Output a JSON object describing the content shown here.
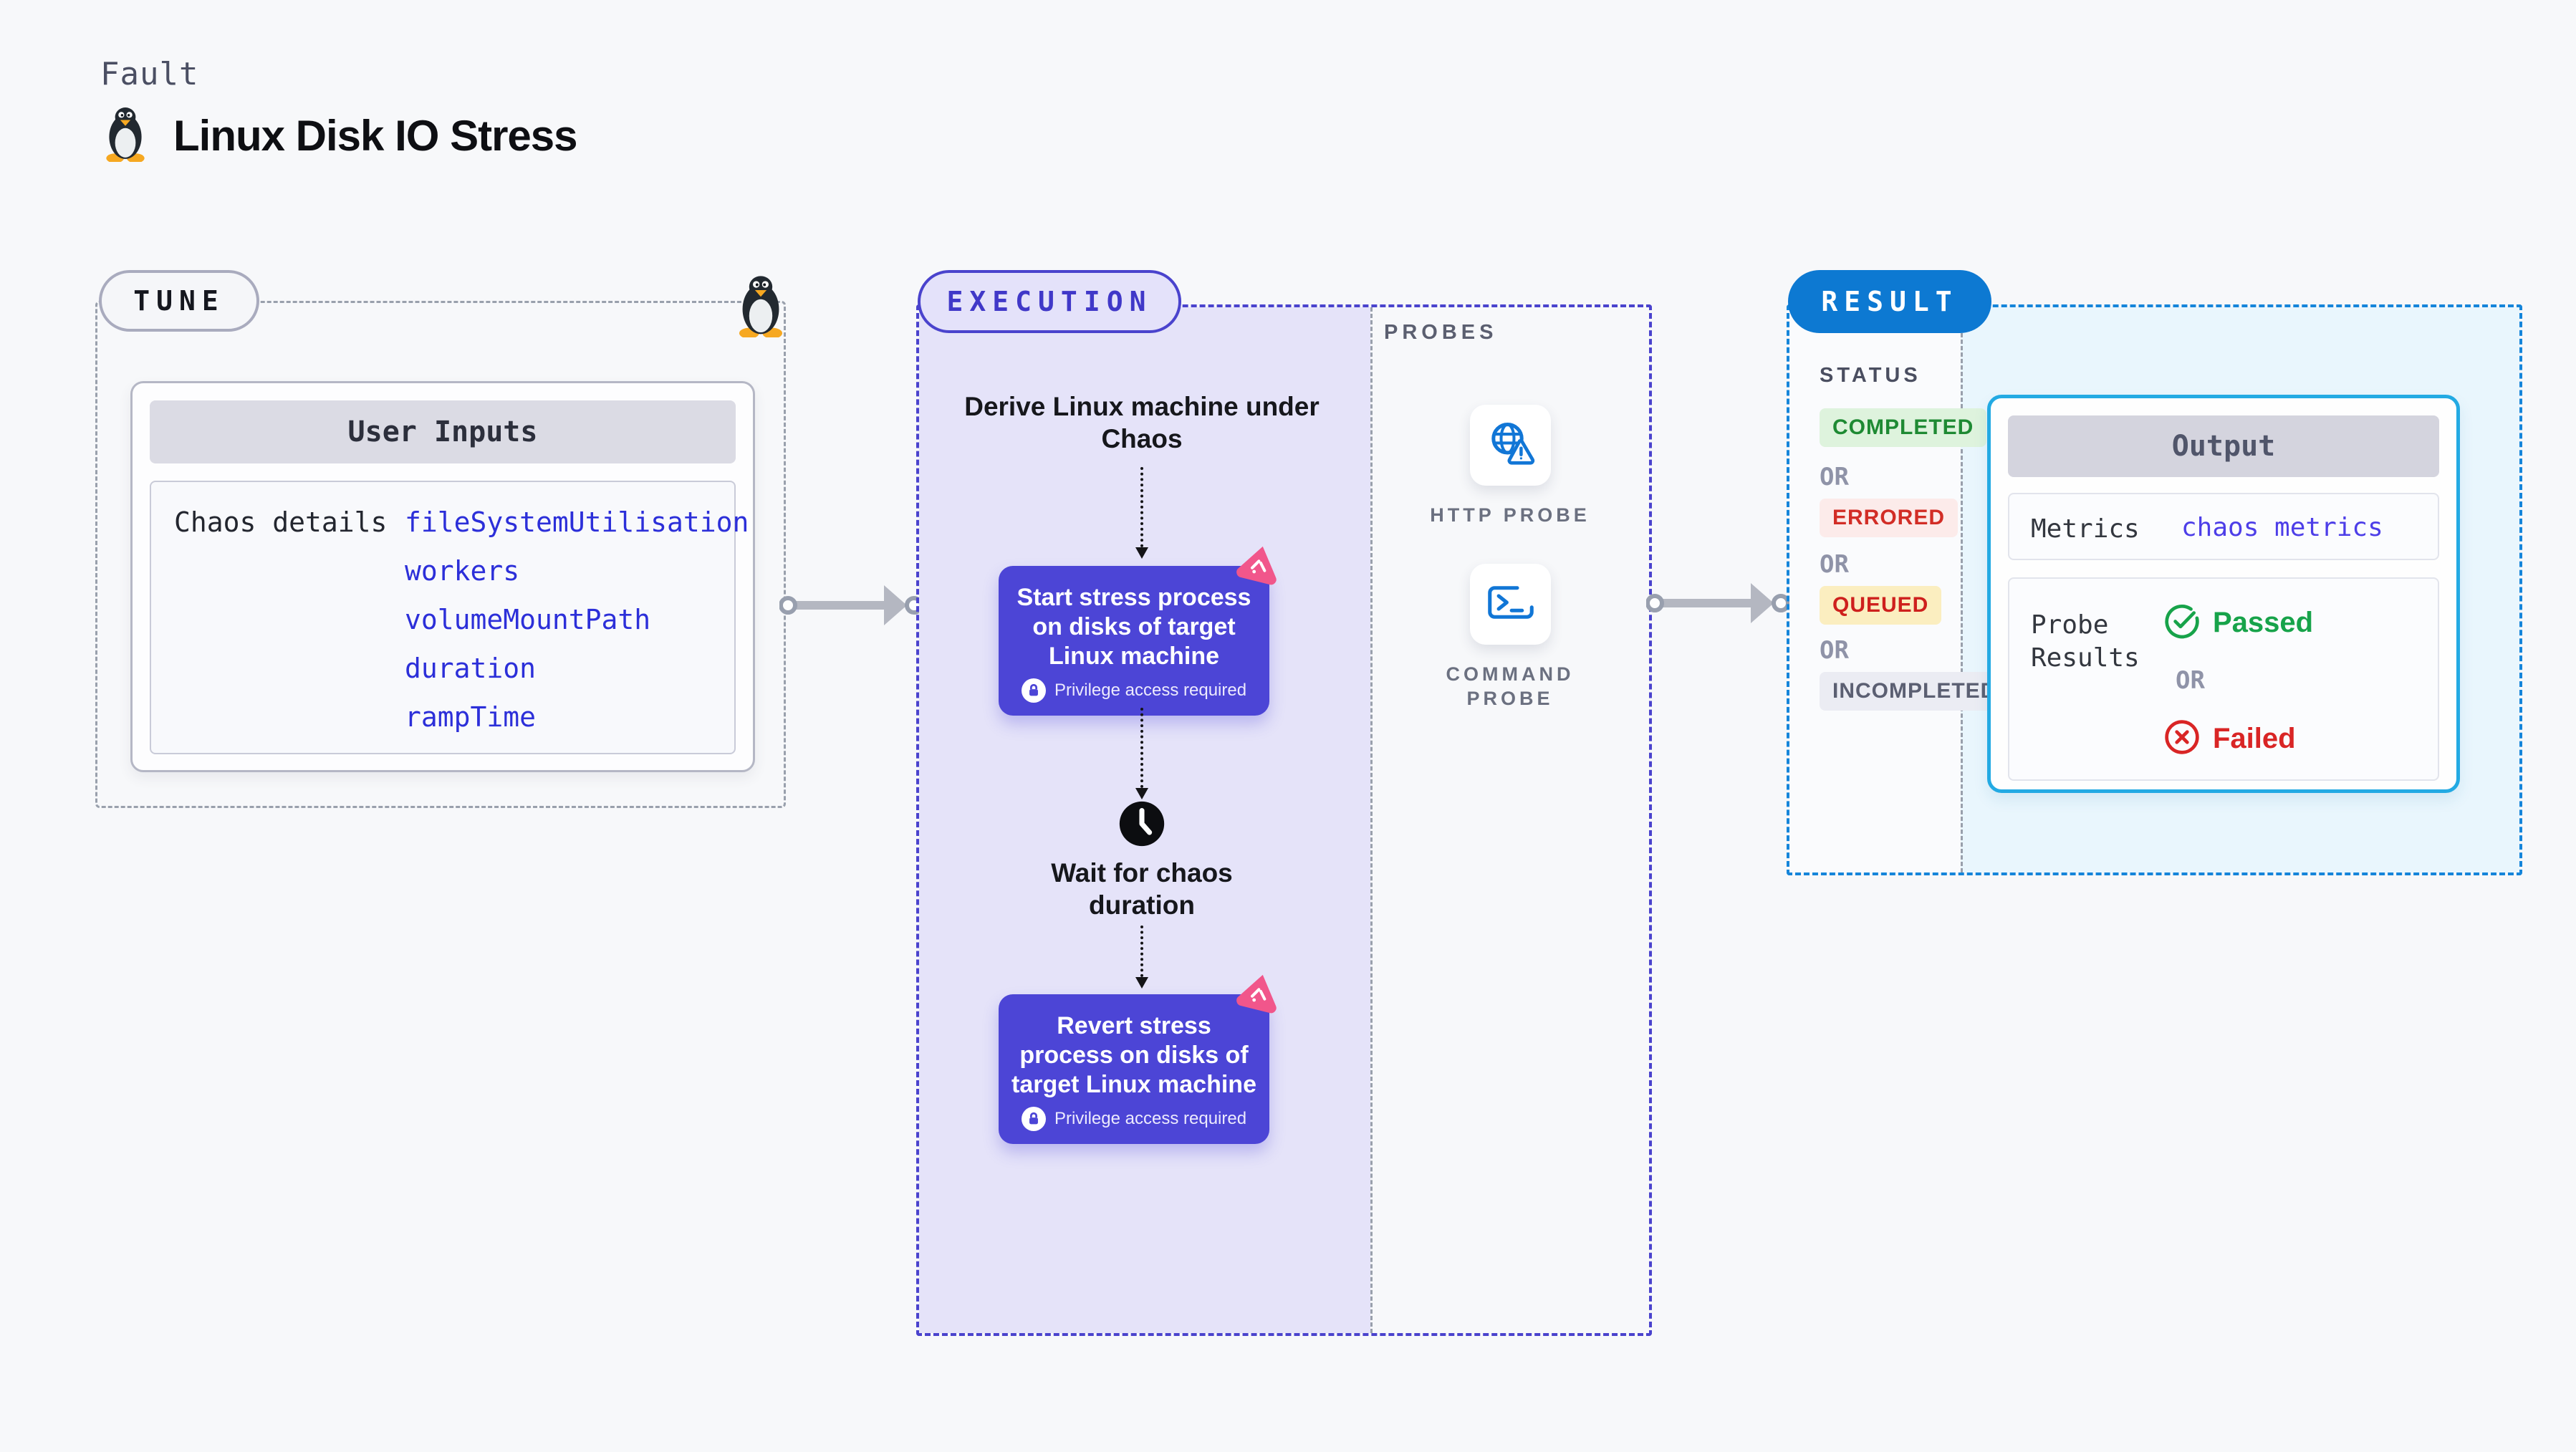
{
  "page": {
    "kicker": "Fault",
    "title": "Linux Disk IO Stress"
  },
  "tune": {
    "pill": "TUNE",
    "card_header": "User Inputs",
    "row_label": "Chaos details",
    "inputs": [
      "fileSystemUtilisation",
      "workers",
      "volumeMountPath",
      "duration",
      "rampTime"
    ]
  },
  "execution": {
    "pill": "EXECUTION",
    "derive": "Derive Linux machine under Chaos",
    "start": "Start stress process on disks of target Linux machine",
    "wait": "Wait for chaos duration",
    "revert": "Revert stress process on disks of target Linux machine",
    "privilege": "Privilege access required"
  },
  "probes": {
    "heading": "PROBES",
    "items": [
      {
        "label": "HTTP PROBE"
      },
      {
        "label": "COMMAND PROBE"
      }
    ]
  },
  "result": {
    "pill": "RESULT",
    "status_heading": "STATUS",
    "or": "OR",
    "statuses": [
      {
        "label": "COMPLETED",
        "kind": "completed"
      },
      {
        "label": "ERRORED",
        "kind": "errored"
      },
      {
        "label": "QUEUED",
        "kind": "queued"
      },
      {
        "label": "INCOMPLETED",
        "kind": "incompleted"
      }
    ],
    "output": {
      "header": "Output",
      "metrics_label": "Metrics",
      "metrics_value": "chaos metrics",
      "probe_label": "Probe Results",
      "passed": "Passed",
      "failed": "Failed"
    }
  },
  "colors": {
    "page_bg": "#f7f8fa",
    "indigo": "#4c45d6",
    "indigo_dash": "#4a43cd",
    "lavender": "#e5e3f9",
    "pink": "#f1568b",
    "result_blue": "#0d79d2",
    "result_dash": "#1585da",
    "light_blue": "#e9f6fd",
    "cyan_border": "#23aae3",
    "probe_icon_blue": "#1176d6",
    "green": "#1e8a33",
    "red": "#d22d26",
    "input_blue": "#2c2fd9",
    "gray_dash": "#99a0ac"
  }
}
